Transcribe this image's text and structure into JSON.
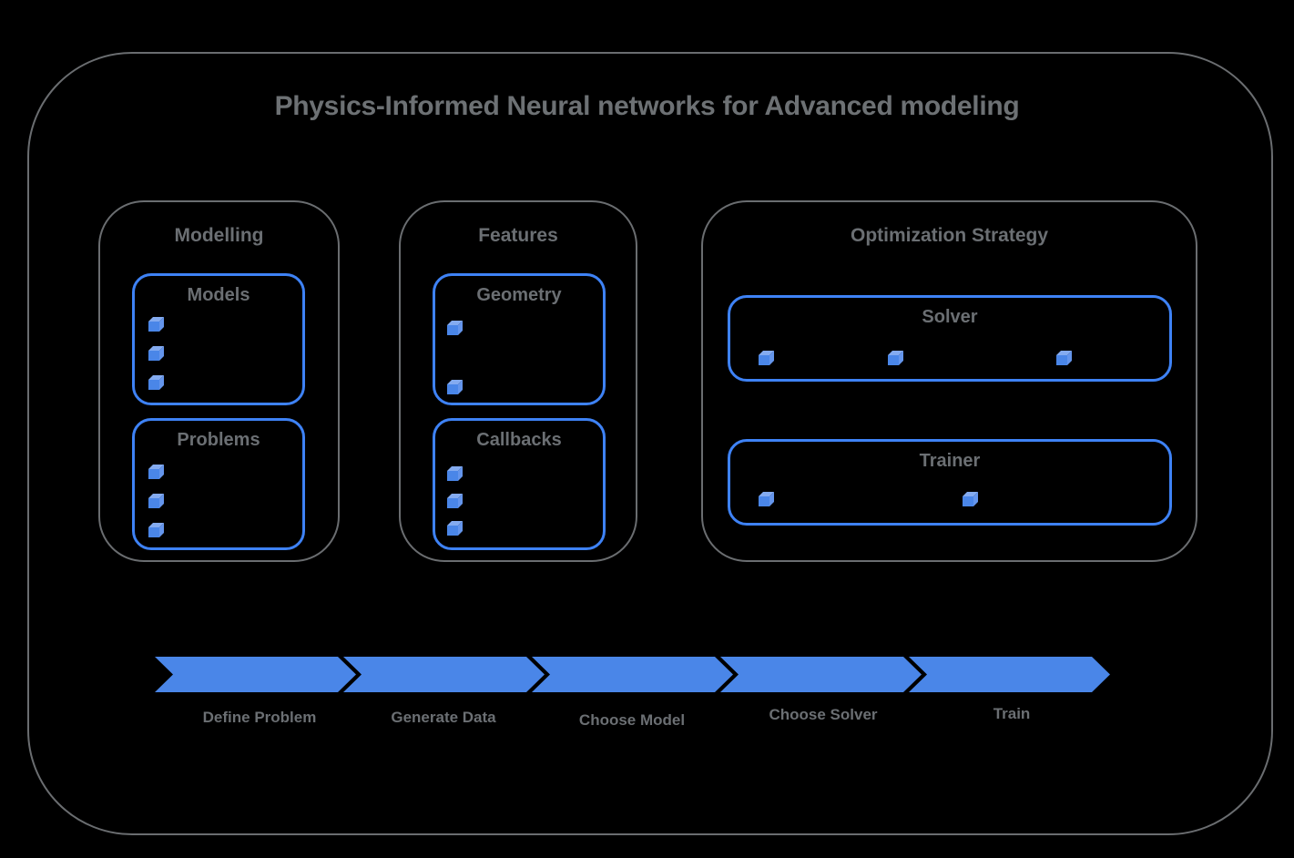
{
  "diagram": {
    "title": "Physics-Informed Neural networks for Advanced modeling"
  },
  "colors": {
    "background": "#000000",
    "blue": "#4a86e8",
    "blue_border": "#3e82f5",
    "cube_front": "#4a86e8",
    "cube_top": "#84abf0",
    "cube_side": "#6495ec",
    "gray_border": "#6a6d70",
    "gray_title": "#6d7174",
    "gray_text": "#6b6f73"
  },
  "sections": [
    {
      "label": "Modelling",
      "groups": [
        {
          "label": "Models",
          "bullet_count": 3
        },
        {
          "label": "Problems",
          "bullet_count": 3
        }
      ]
    },
    {
      "label": "Features",
      "groups": [
        {
          "label": "Geometry",
          "bullet_count": 2
        },
        {
          "label": "Callbacks",
          "bullet_count": 3
        }
      ]
    },
    {
      "label": "Optimization Strategy",
      "groups": [
        {
          "label": "Solver",
          "bullet_count": 3
        },
        {
          "label": "Trainer",
          "bullet_count": 2
        }
      ]
    }
  ],
  "flow": {
    "steps": [
      {
        "label": "Define Problem"
      },
      {
        "label": "Generate Data"
      },
      {
        "label": "Choose Model"
      },
      {
        "label": "Choose Solver"
      },
      {
        "label": "Train"
      }
    ]
  }
}
